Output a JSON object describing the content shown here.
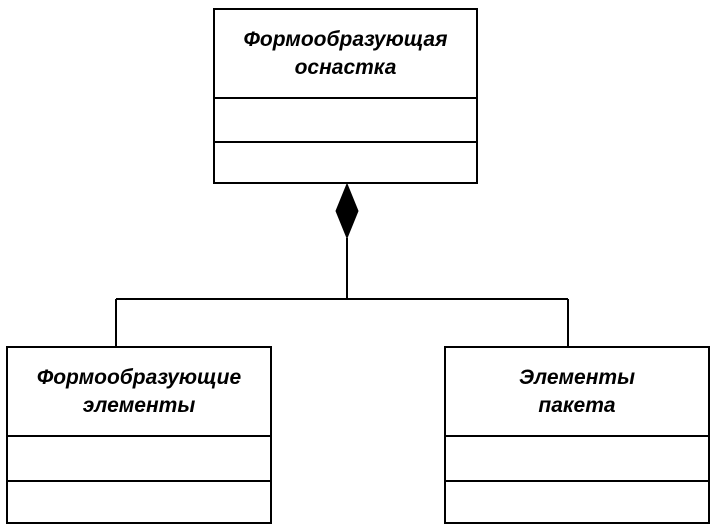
{
  "diagram": {
    "type": "uml-class-composition",
    "classes": {
      "parent": {
        "name": "Формообразующая\nоснастка",
        "attributes": [],
        "operations": []
      },
      "left_child": {
        "name": "Формообразующие\nэлементы",
        "attributes": [],
        "operations": []
      },
      "right_child": {
        "name": "Элементы\nпакета",
        "attributes": [],
        "operations": []
      }
    },
    "relationship": {
      "kind": "composition",
      "whole": "parent",
      "parts": [
        "left_child",
        "right_child"
      ],
      "line_color": "#000000"
    }
  }
}
